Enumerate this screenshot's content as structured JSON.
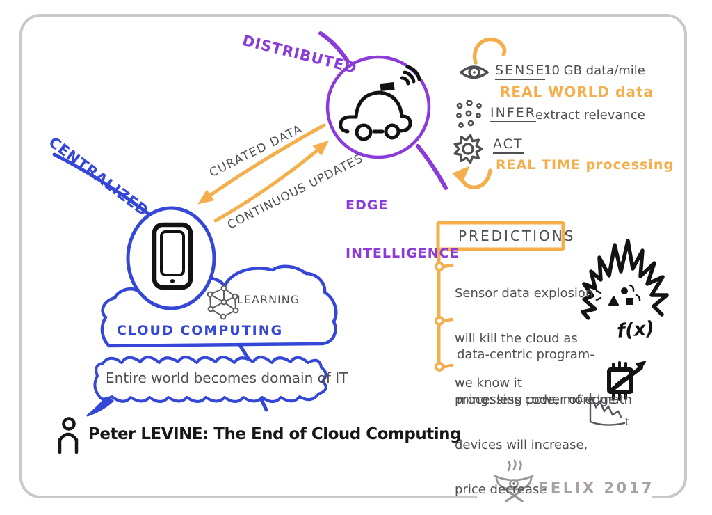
{
  "main_title": "Peter LEVINE: The End of Cloud Computing",
  "signature": "FELIX 2017",
  "nodes": {
    "distributed": "DISTRIBUTED",
    "edge_line1": "EDGE",
    "edge_line2": "INTELLIGENCE",
    "centralized": "CENTRALIZED",
    "cloud_computing": "CLOUD COMPUTING",
    "learning": "LEARNING"
  },
  "arrows": {
    "curated_data": "CURATED DATA",
    "continuous_updates": "CONTINUOUS UPDATES"
  },
  "edge_loop": {
    "sense_label": "SENSE",
    "sense_value": "10 GB data/mile",
    "sense_highlight": "REAL WORLD data",
    "infer_label": "INFER",
    "infer_value": "extract relevance",
    "act_label": "ACT",
    "act_highlight": "REAL TIME processing"
  },
  "predictions": {
    "title": "PREDICTIONS",
    "items": [
      {
        "lines": [
          "Sensor data explosion",
          "will kill the cloud as",
          "we know it"
        ]
      },
      {
        "lines": [
          "data-centric program-",
          "ming: less code, more math"
        ]
      },
      {
        "lines": [
          "processing power of edge",
          "devices will increase,",
          "price decrease"
        ]
      }
    ],
    "fx": "f(x)",
    "price_y_label": "€",
    "price_x_label": "t"
  },
  "bubble_text": "Entire world becomes domain of IT",
  "colors": {
    "purple": "#8A3BD8",
    "blue": "#3447D6",
    "orange": "#F4AE4C",
    "ink_black": "#17171A",
    "pen_gray": "#4E4F53",
    "border_gray": "#C9C9C9",
    "signature_gray": "#A8A2A3"
  },
  "icons": {
    "edge_node": "car-icon",
    "cloud_node": "smartphone-icon",
    "sense": "eye-icon",
    "infer": "dots-icon",
    "act": "gear-icon",
    "learning": "network-icon",
    "prediction_1": "explosion-icon",
    "prediction_3": "chip-icon",
    "price": "price-graph-icon",
    "author": "person-icon",
    "signature": "felix-logo-icon"
  }
}
